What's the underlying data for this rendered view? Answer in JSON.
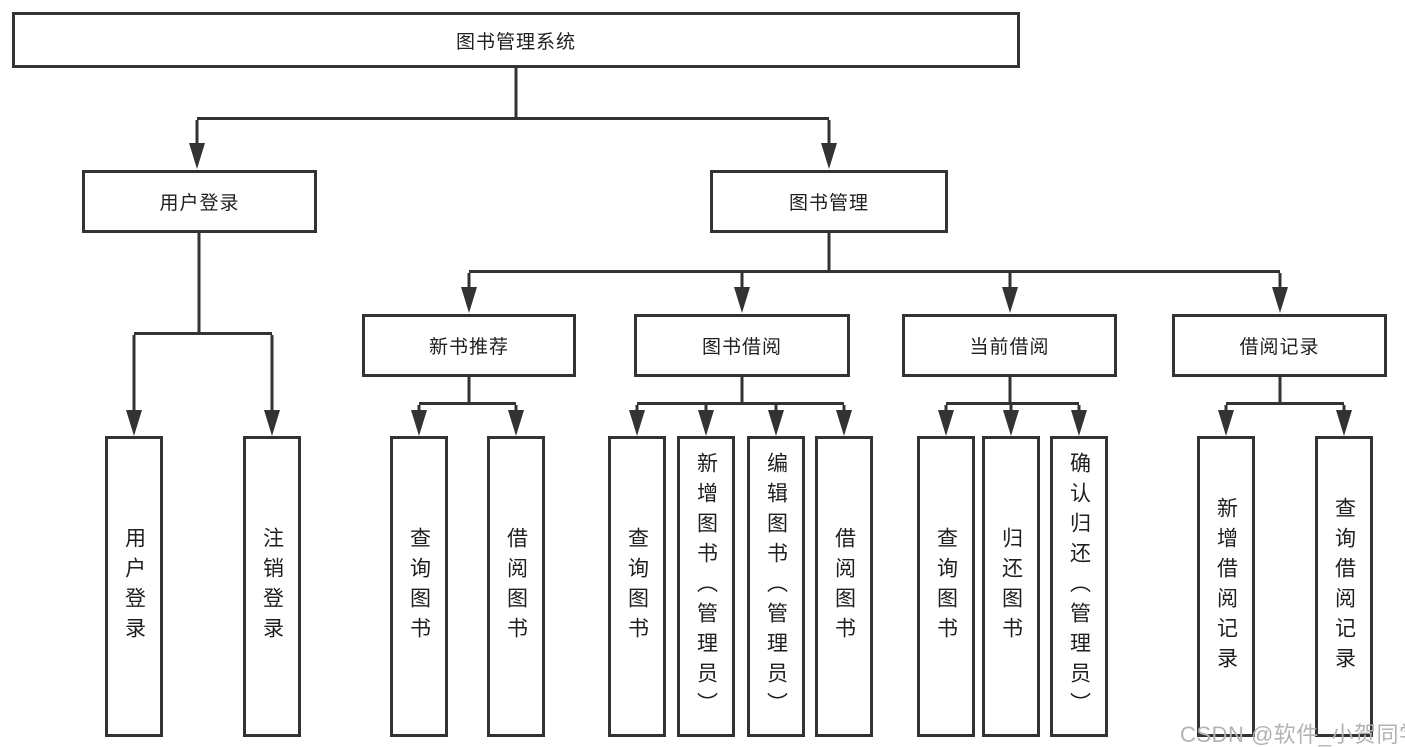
{
  "colors": {
    "line": "#333333",
    "text": "#1f1f1f",
    "box_background": "#ffffff",
    "watermark": "#b3b3b3"
  },
  "watermark": {
    "text": "CSDN @软件_小贺同学"
  },
  "tree": {
    "root": {
      "label": "图书管理系统"
    },
    "branches": [
      {
        "label": "用户登录",
        "children": [
          {
            "label": "用户登录"
          },
          {
            "label": "注销登录"
          }
        ]
      },
      {
        "label": "图书管理",
        "children": [
          {
            "label": "新书推荐",
            "children": [
              {
                "label": "查询图书"
              },
              {
                "label": "借阅图书"
              }
            ]
          },
          {
            "label": "图书借阅",
            "children": [
              {
                "label": "查询图书"
              },
              {
                "label": "新增图书（管理员）"
              },
              {
                "label": "编辑图书（管理员）"
              },
              {
                "label": "借阅图书"
              }
            ]
          },
          {
            "label": "当前借阅",
            "children": [
              {
                "label": "查询图书"
              },
              {
                "label": "归还图书"
              },
              {
                "label": "确认归还（管理员）"
              }
            ]
          },
          {
            "label": "借阅记录",
            "children": [
              {
                "label": "新增借阅记录"
              },
              {
                "label": "查询借阅记录"
              }
            ]
          }
        ]
      }
    ]
  }
}
